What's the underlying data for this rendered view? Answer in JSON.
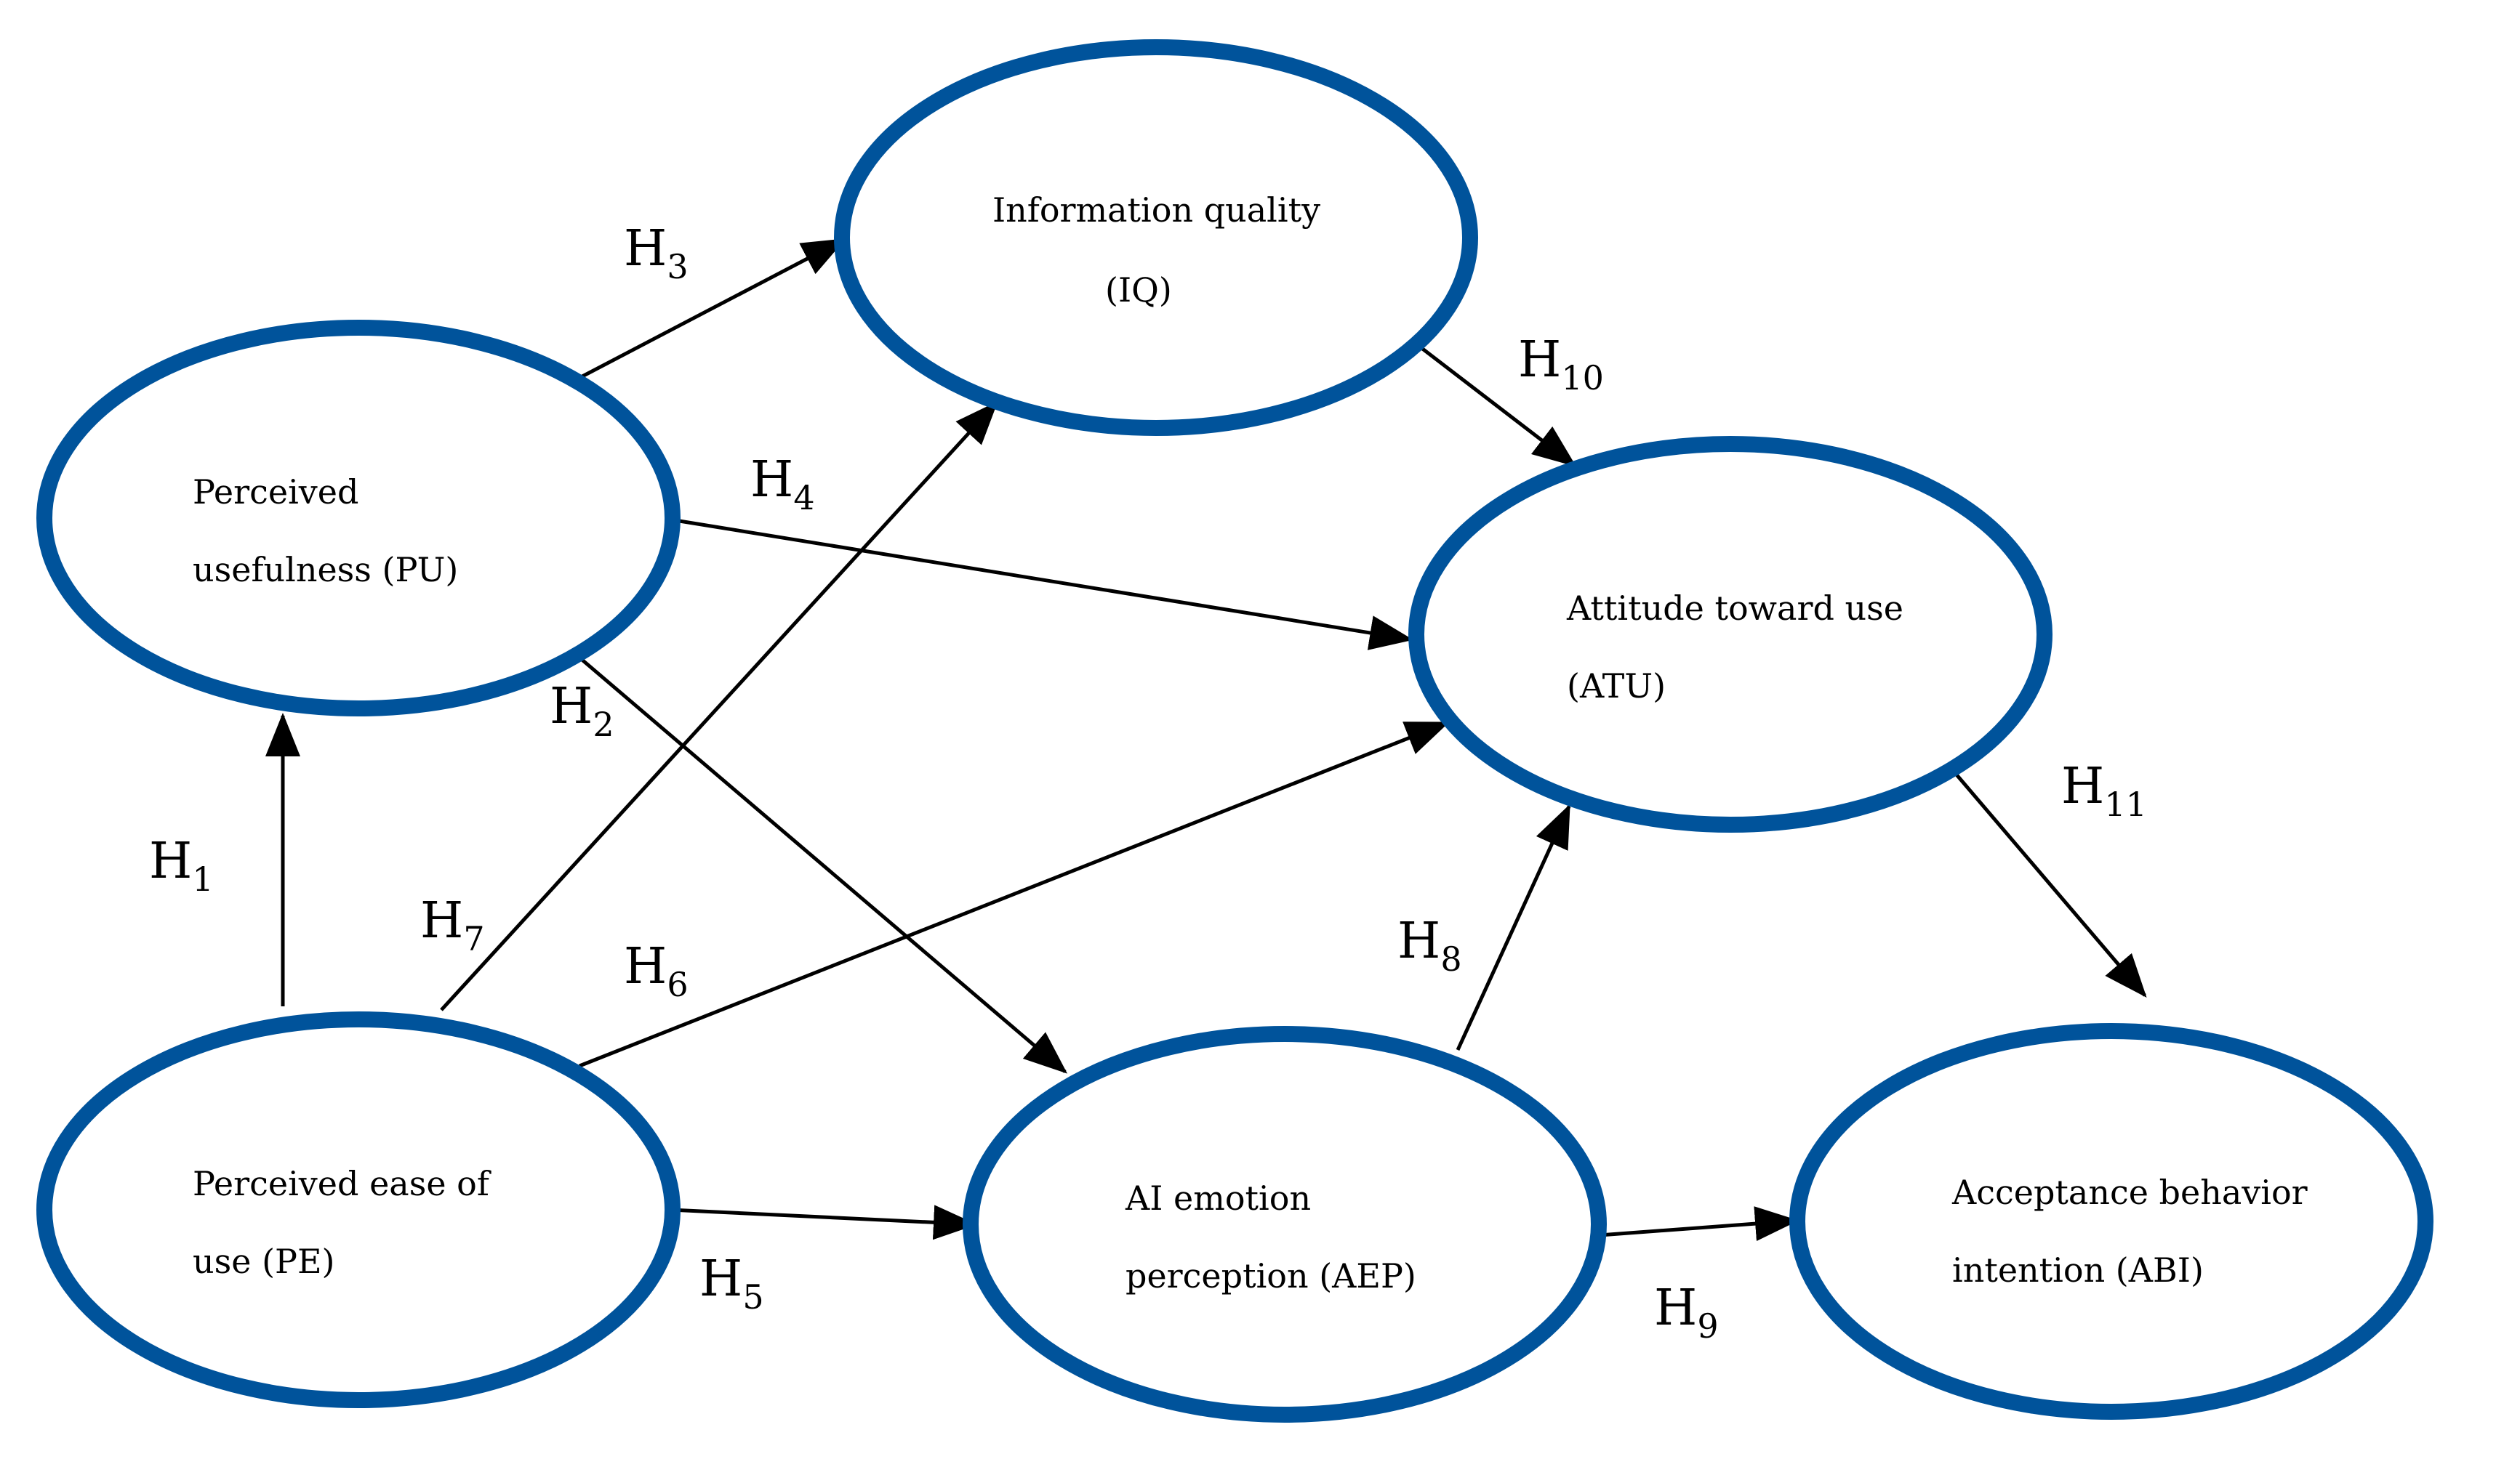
{
  "nodes": {
    "iq": {
      "line1": "Information quality",
      "line2": "(IQ)"
    },
    "pu": {
      "line1": "Perceived",
      "line2": "usefulness (PU)"
    },
    "atu": {
      "line1": "Attitude toward use",
      "line2": "(ATU)"
    },
    "pe": {
      "line1": "Perceived ease of",
      "line2": "use (PE)"
    },
    "aep": {
      "line1": "AI emotion",
      "line2": "perception (AEP)"
    },
    "abi": {
      "line1": "Acceptance behavior",
      "line2": "intention (ABI)"
    }
  },
  "hypotheses": {
    "h1": {
      "base": "H",
      "sub": "1"
    },
    "h2": {
      "base": "H",
      "sub": "2"
    },
    "h3": {
      "base": "H",
      "sub": "3"
    },
    "h4": {
      "base": "H",
      "sub": "4"
    },
    "h5": {
      "base": "H",
      "sub": "5"
    },
    "h6": {
      "base": "H",
      "sub": "6"
    },
    "h7": {
      "base": "H",
      "sub": "7"
    },
    "h8": {
      "base": "H",
      "sub": "8"
    },
    "h9": {
      "base": "H",
      "sub": "9"
    },
    "h10": {
      "base": "H",
      "sub": "10"
    },
    "h11": {
      "base": "H",
      "sub": "11"
    }
  },
  "edges": [
    {
      "from": "pe",
      "to": "pu",
      "label": "h1"
    },
    {
      "from": "pu",
      "to": "aep",
      "label": "h2"
    },
    {
      "from": "pu",
      "to": "iq",
      "label": "h3"
    },
    {
      "from": "pu",
      "to": "atu",
      "label": "h4"
    },
    {
      "from": "pe",
      "to": "aep",
      "label": "h5"
    },
    {
      "from": "pe",
      "to": "atu",
      "label": "h6"
    },
    {
      "from": "pe",
      "to": "iq",
      "label": "h7"
    },
    {
      "from": "aep",
      "to": "atu",
      "label": "h8"
    },
    {
      "from": "aep",
      "to": "abi",
      "label": "h9"
    },
    {
      "from": "iq",
      "to": "atu",
      "label": "h10"
    },
    {
      "from": "atu",
      "to": "abi",
      "label": "h11"
    }
  ],
  "colors": {
    "node_stroke": "#00539b",
    "arrow": "#000000"
  }
}
